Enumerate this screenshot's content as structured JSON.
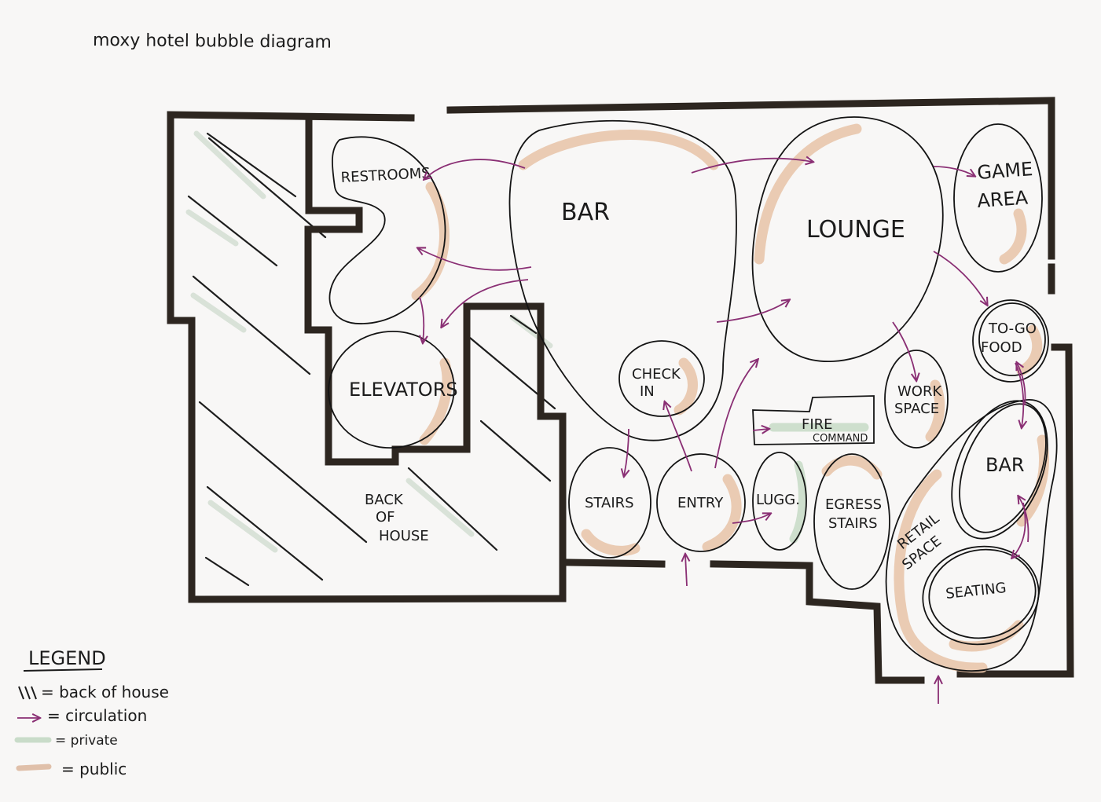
{
  "title": "moxy hotel bubble diagram",
  "spaces": {
    "restrooms": "RESTROOMS",
    "bar_main": "BAR",
    "lounge": "LOUNGE",
    "game_area_line1": "GAME",
    "game_area_line2": "AREA",
    "to_go_line1": "TO-GO",
    "to_go_line2": "FOOD",
    "elevators": "ELEVATORS",
    "check_in_line1": "CHECK",
    "check_in_line2": "IN",
    "work_line1": "WORK",
    "work_line2": "SPACE",
    "fire_line1": "FIRE",
    "fire_line2": "COMMAND",
    "stairs": "STAIRS",
    "entry": "ENTRY",
    "lugg": "LUGG.",
    "egress_line1": "EGRESS",
    "egress_line2": "STAIRS",
    "bar_second": "BAR",
    "retail_line1": "RETAIL",
    "retail_line2": "SPACE",
    "seating": "SEATING",
    "boh_line1": "BACK",
    "boh_line2": "OF",
    "boh_line3": "HOUSE"
  },
  "legend": {
    "heading": "LEGEND",
    "back_of_house": "= back of house",
    "circulation": "= circulation",
    "private": "= private",
    "public": "= public"
  },
  "colors": {
    "wall": "#2d2620",
    "circulation": "#8a2f74",
    "public": "#e7c3a7",
    "private": "#c9dcc9"
  }
}
